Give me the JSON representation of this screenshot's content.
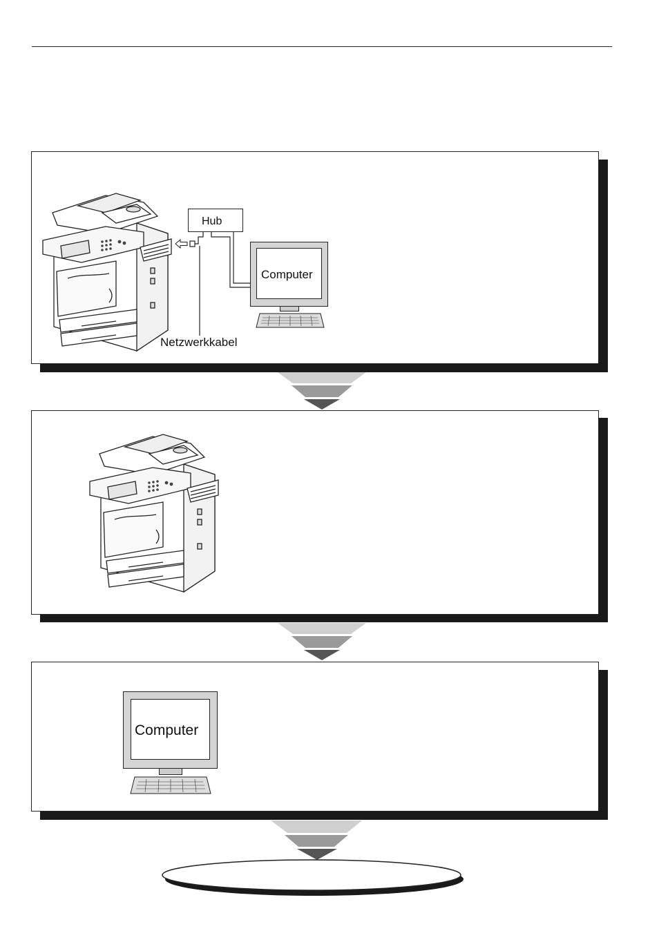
{
  "step1": {
    "hub_label": "Hub",
    "computer_label": "Computer",
    "cable_label": "Netzwerkkabel"
  },
  "step3": {
    "computer_label": "Computer"
  },
  "end": {
    "label": ""
  },
  "colors": {
    "panel_border": "#222222",
    "shadow": "#1a1a1a",
    "arrow_light": "#cfcfcf",
    "arrow_mid": "#9a9a9a",
    "arrow_dark": "#555555",
    "monitor_frame": "#d4d4d4"
  }
}
